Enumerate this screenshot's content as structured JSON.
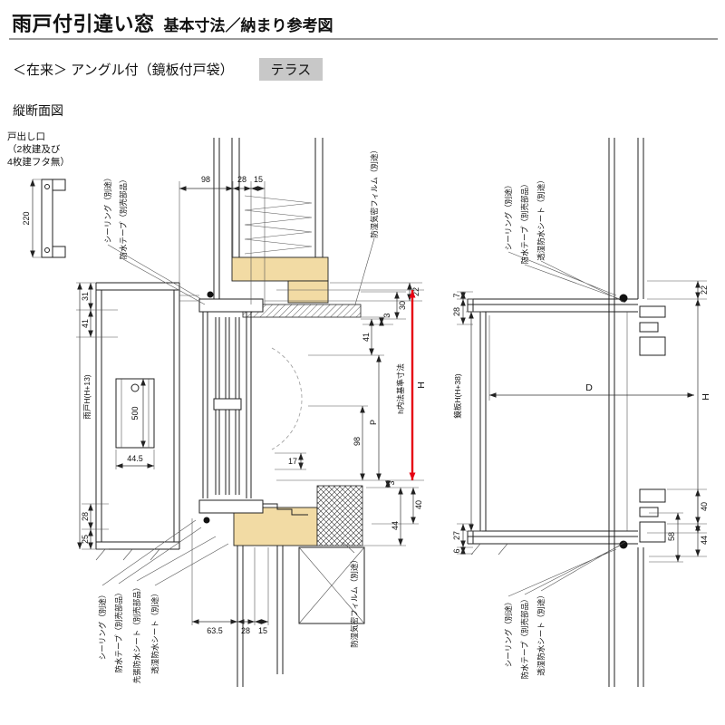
{
  "header": {
    "title": "雨戸付引違い窓",
    "subtitle": "基本寸法／納まり参考図",
    "spec": "＜在来＞ アングル付（鏡板付戸袋）",
    "badge": "テラス",
    "section": "縦断面図"
  },
  "outlet": {
    "line1": "戸出し口",
    "line2": "（2枚建及び",
    "line3": "4枚建フタ無）",
    "dim": "220"
  },
  "left": {
    "anno": {
      "seal_top": "シーリング（別途）",
      "tape_top": "防水テープ（別売部品）",
      "film_top": "防湿気密フィルム（別途）",
      "seal_bot": "シーリング（別途）",
      "tape_bot": "防水テープ（別売部品）",
      "presheet_bot": "先張防水シート（別売部品）",
      "sheet_bot": "透湿防水シート（別途）",
      "film_bot": "防湿気密フィルム（別途）"
    },
    "dims": {
      "t98": "98",
      "t28": "28",
      "t15": "15",
      "r22": "22",
      "r30": "30",
      "r3a": "3",
      "r41": "41",
      "H": "H",
      "href": "h内法基準寸法",
      "P": "P",
      "r98": "98",
      "m17": "17",
      "r3b": "3",
      "r40": "40",
      "r44": "44",
      "l31": "31",
      "l41": "41",
      "amado": "雨戸H(H+13)",
      "l28": "28",
      "l25": "25",
      "i500": "500",
      "i445": "44.5",
      "b635": "63.5",
      "b28": "28",
      "b15": "15"
    }
  },
  "right": {
    "anno": {
      "seal_top": "シーリング（別途）",
      "tape_top": "防水テープ（別売部品）",
      "sheet_top": "透湿防水シート（別途）",
      "seal_bot": "シーリング（別途）",
      "tape_bot": "防水テープ（別売部品）",
      "sheet_bot": "透湿防水シート（別途）"
    },
    "dims": {
      "t7": "7",
      "t28": "28",
      "t22": "22",
      "H": "H",
      "D": "D",
      "kagami": "鏡板H(H+38)",
      "b40": "40",
      "b58": "58",
      "b44": "44",
      "b27": "27",
      "b6": "6"
    }
  },
  "colors": {
    "wood_fill": "#f2dba4",
    "dim_red": "#e60012",
    "badge_bg": "#c8c8c8",
    "rule_gray": "#9b9b9b"
  }
}
